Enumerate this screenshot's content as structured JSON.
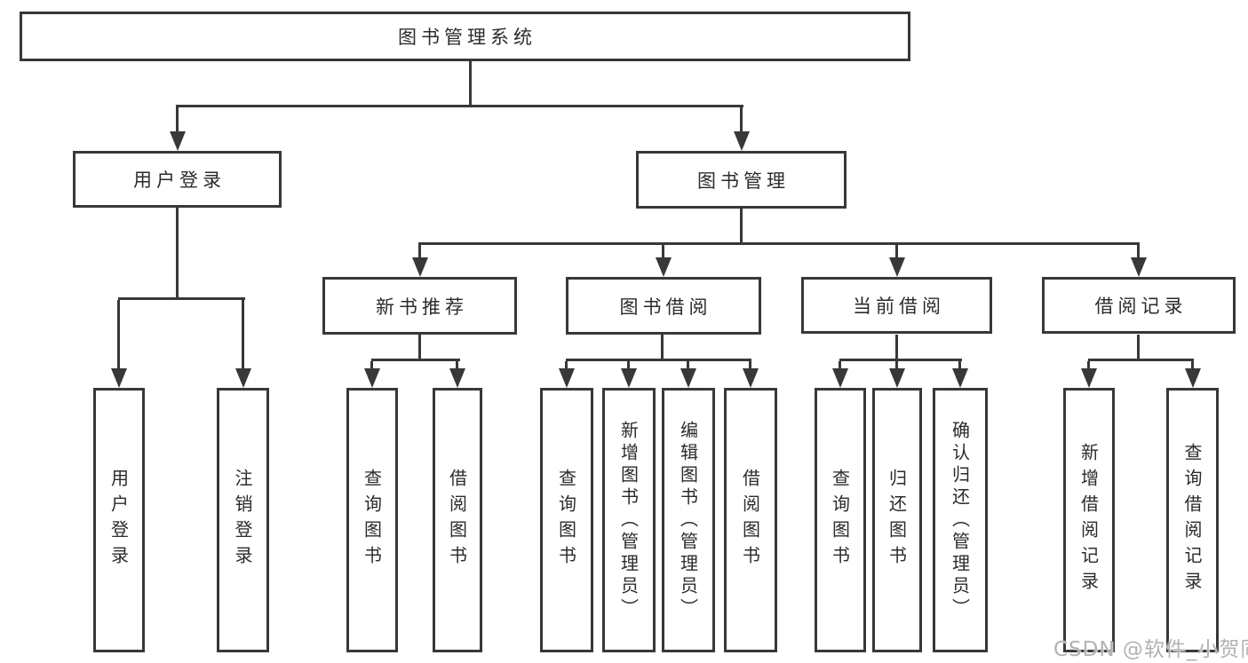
{
  "colors": {
    "line": "#383838",
    "text": "#2b2b2b",
    "background": "#ffffff",
    "watermark": "#b2b2b6"
  },
  "watermark": {
    "text": "CSDN @软件_小贺同学"
  },
  "diagram": {
    "root": "图书管理系统",
    "children": [
      {
        "label": "用户登录",
        "children": [
          "用户登录",
          "注销登录"
        ]
      },
      {
        "label": "图书管理",
        "children": [
          {
            "label": "新书推荐",
            "children": [
              "查询图书",
              "借阅图书"
            ]
          },
          {
            "label": "图书借阅",
            "children": [
              "查询图书",
              "新增图书（管理员）",
              "编辑图书（管理员）",
              "借阅图书"
            ]
          },
          {
            "label": "当前借阅",
            "children": [
              "查询图书",
              "归还图书",
              "确认归还（管理员）"
            ]
          },
          {
            "label": "借阅记录",
            "children": [
              "新增借阅记录",
              "查询借阅记录"
            ]
          }
        ]
      }
    ]
  }
}
